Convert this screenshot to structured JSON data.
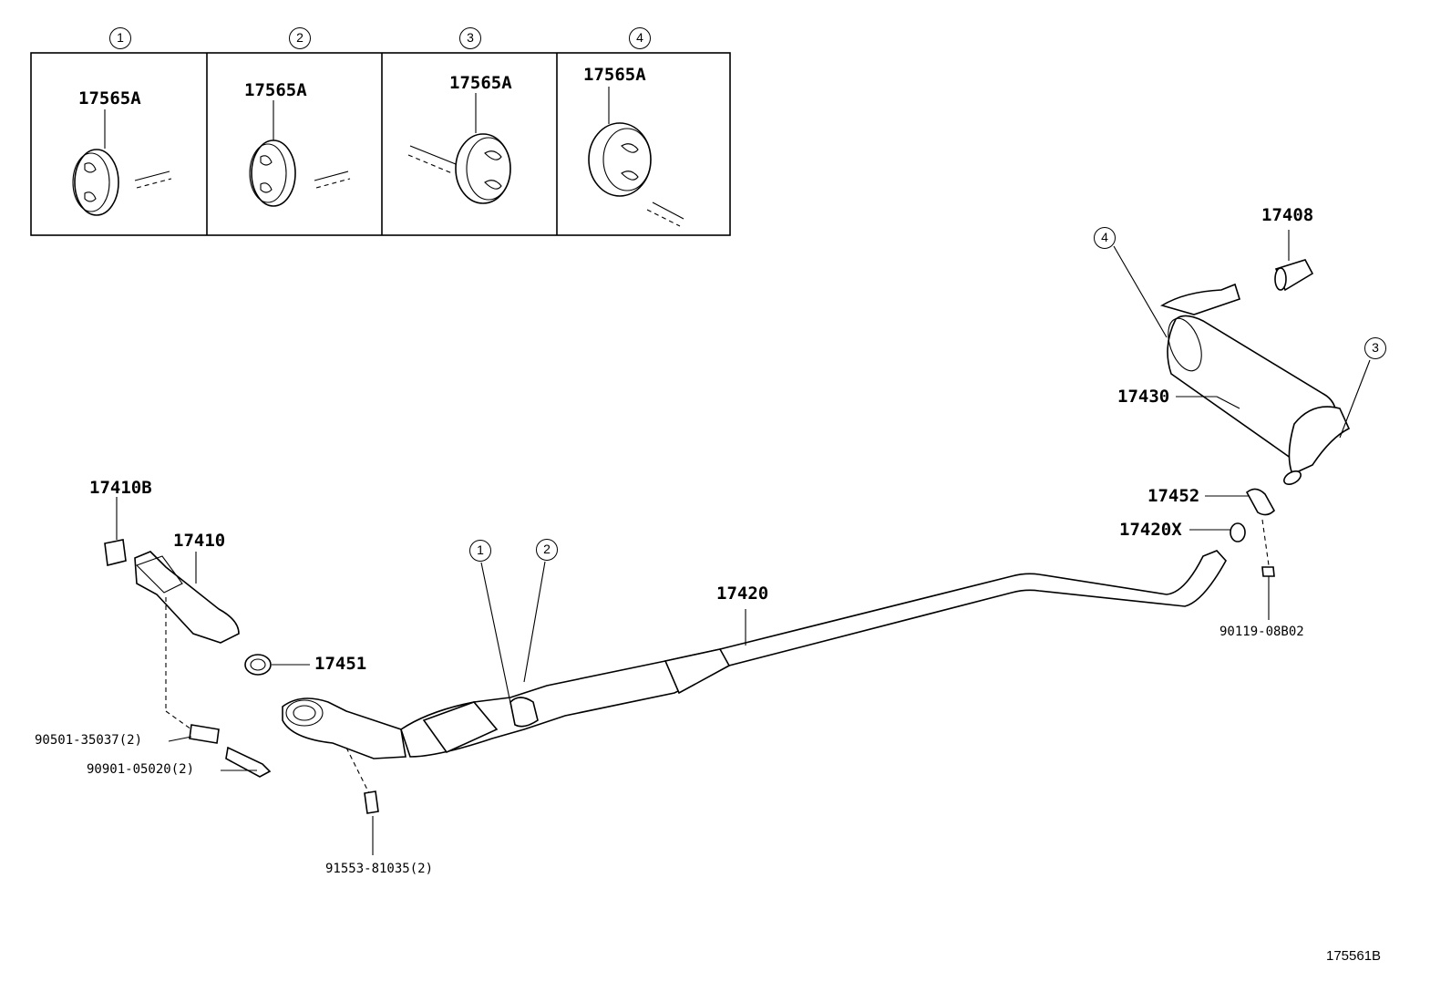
{
  "inset_panels": [
    {
      "marker": "1",
      "part": "17565A"
    },
    {
      "marker": "2",
      "part": "17565A"
    },
    {
      "marker": "3",
      "part": "17565A"
    },
    {
      "marker": "4",
      "part": "17565A"
    }
  ],
  "parts": {
    "p17408": "17408",
    "p17430": "17430",
    "p17452": "17452",
    "p17420X": "17420X",
    "p90119": "90119-08B02",
    "p17410B": "17410B",
    "p17410": "17410",
    "p17451": "17451",
    "p17420": "17420",
    "p90501": "90501-35037(2)",
    "p90901": "90901-05020(2)",
    "p91553": "91553-81035(2)"
  },
  "callouts": {
    "c1": "1",
    "c2": "2",
    "c3": "3",
    "c4": "4"
  },
  "illustration_code": "175561B"
}
